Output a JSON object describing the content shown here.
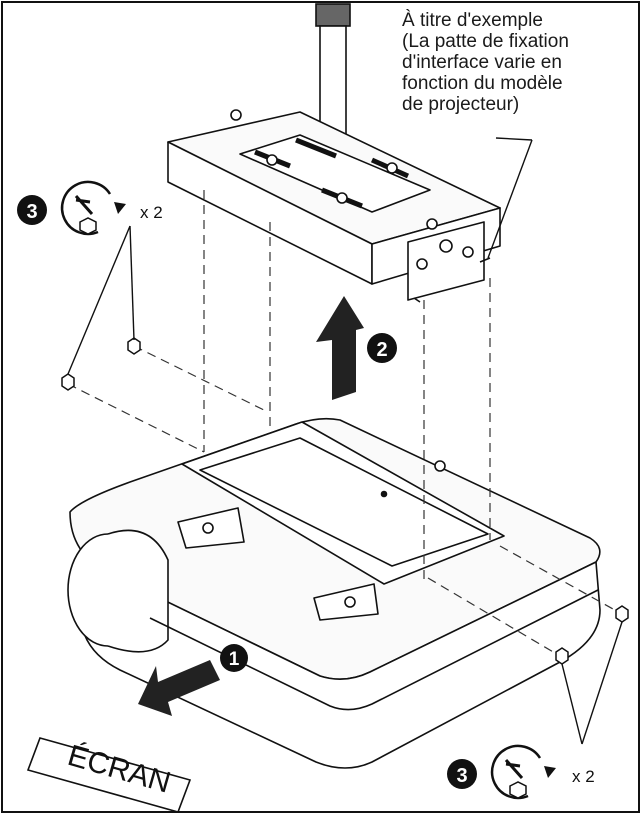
{
  "caption": {
    "lines": [
      "À titre d'exemple",
      "(La patte de fixation",
      "d'interface varie en",
      "fonction du modèle",
      "de projecteur)"
    ]
  },
  "steps": {
    "step1": "1",
    "step2": "2",
    "step3_top": "3",
    "step3_bottom": "3"
  },
  "multipliers": {
    "top": "x 2",
    "bottom": "x 2"
  },
  "screen_label": "ÉCRAN",
  "colors": {
    "line": "#111111",
    "badge": "#111111",
    "arrow": "#222222",
    "background": "#ffffff"
  },
  "icons": [
    "wrench-rotate-icon",
    "nut-icon",
    "up-arrow-icon",
    "direction-arrow-icon"
  ]
}
